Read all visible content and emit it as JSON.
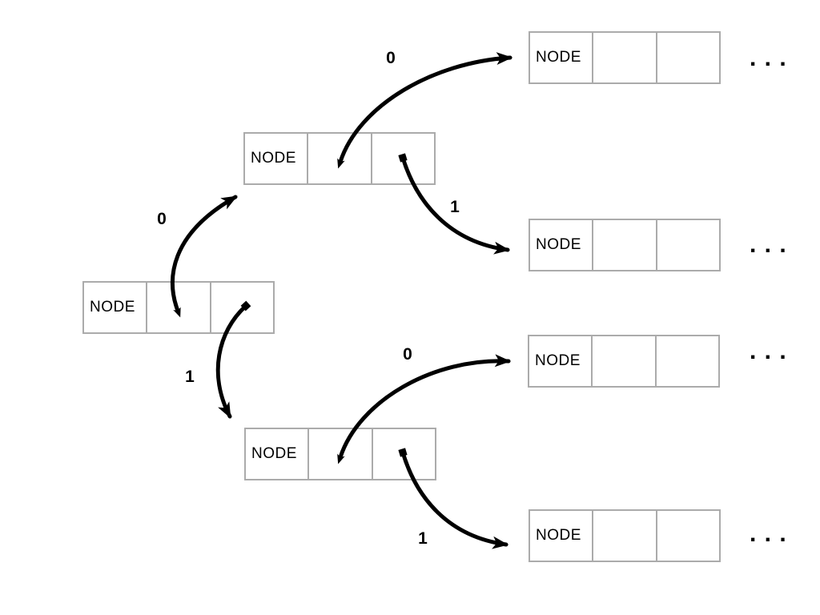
{
  "diagram": {
    "description": "Linked trie node diagram with curved pointer arrows",
    "colors": {
      "background": "#ffffff",
      "box_border": "#ababab",
      "arrow": "#000000",
      "text": "#000000"
    },
    "ellipsis": ". . .",
    "nodes": {
      "root": {
        "label": "NODE"
      },
      "mid_upper": {
        "label": "NODE"
      },
      "mid_lower": {
        "label": "NODE"
      },
      "right_1": {
        "label": "NODE"
      },
      "right_2": {
        "label": "NODE"
      },
      "right_3": {
        "label": "NODE"
      },
      "right_4": {
        "label": "NODE"
      }
    },
    "edges": {
      "root_0": {
        "label": "0"
      },
      "root_1": {
        "label": "1"
      },
      "upper_0": {
        "label": "0"
      },
      "upper_1": {
        "label": "1"
      },
      "lower_0": {
        "label": "0"
      },
      "lower_1": {
        "label": "1"
      }
    }
  }
}
